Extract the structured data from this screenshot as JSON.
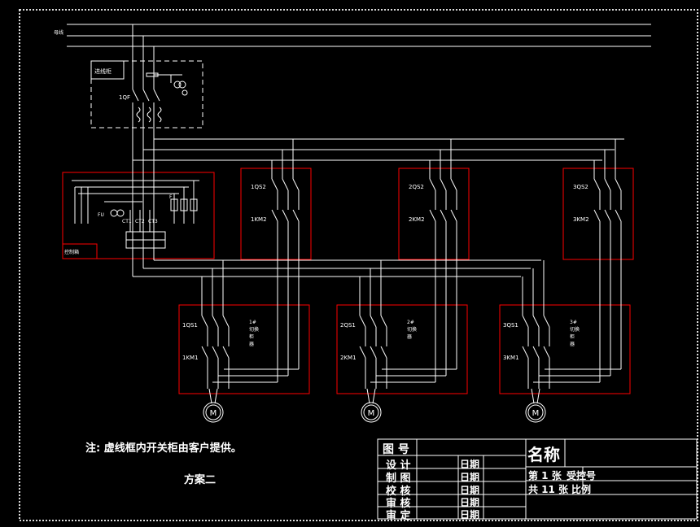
{
  "supply": {
    "line_label": "母线"
  },
  "incoming": {
    "frame_label": "进线柜",
    "breaker": "1QF"
  },
  "control": {
    "frame_label": "控制箱",
    "labels": [
      "FU",
      "CT1",
      "CT2",
      "CT3",
      "F"
    ]
  },
  "upper_units": [
    {
      "qs": "1QS2",
      "km": "1KM2"
    },
    {
      "qs": "2QS2",
      "km": "2KM2"
    },
    {
      "qs": "3QS2",
      "km": "3KM2"
    }
  ],
  "lower_units": [
    {
      "qs": "1QS1",
      "km": "1KM1",
      "note": "1#\n切换\n柜\n器"
    },
    {
      "qs": "2QS1",
      "km": "2KM1",
      "note": "2#\n切换\n器"
    },
    {
      "qs": "3QS1",
      "km": "3KM1",
      "note": "3#\n切换\n柜\n器"
    }
  ],
  "motor_symbol": "M",
  "note": "注:  虚线框内开关柜由客户提供。",
  "scheme": "方案二",
  "title_block": {
    "drawing_no": "图 号",
    "name": "名称",
    "rows": [
      "设 计",
      "制 图",
      "校 核",
      "审 核",
      "审 定"
    ],
    "date": "日期",
    "sheet": "第 1 张",
    "sheet_value": "受控号",
    "total": "共 11 张",
    "scale": "比例"
  },
  "colors": {
    "frame": "#ff0000",
    "wire": "#ffffff",
    "background": "#000000"
  }
}
